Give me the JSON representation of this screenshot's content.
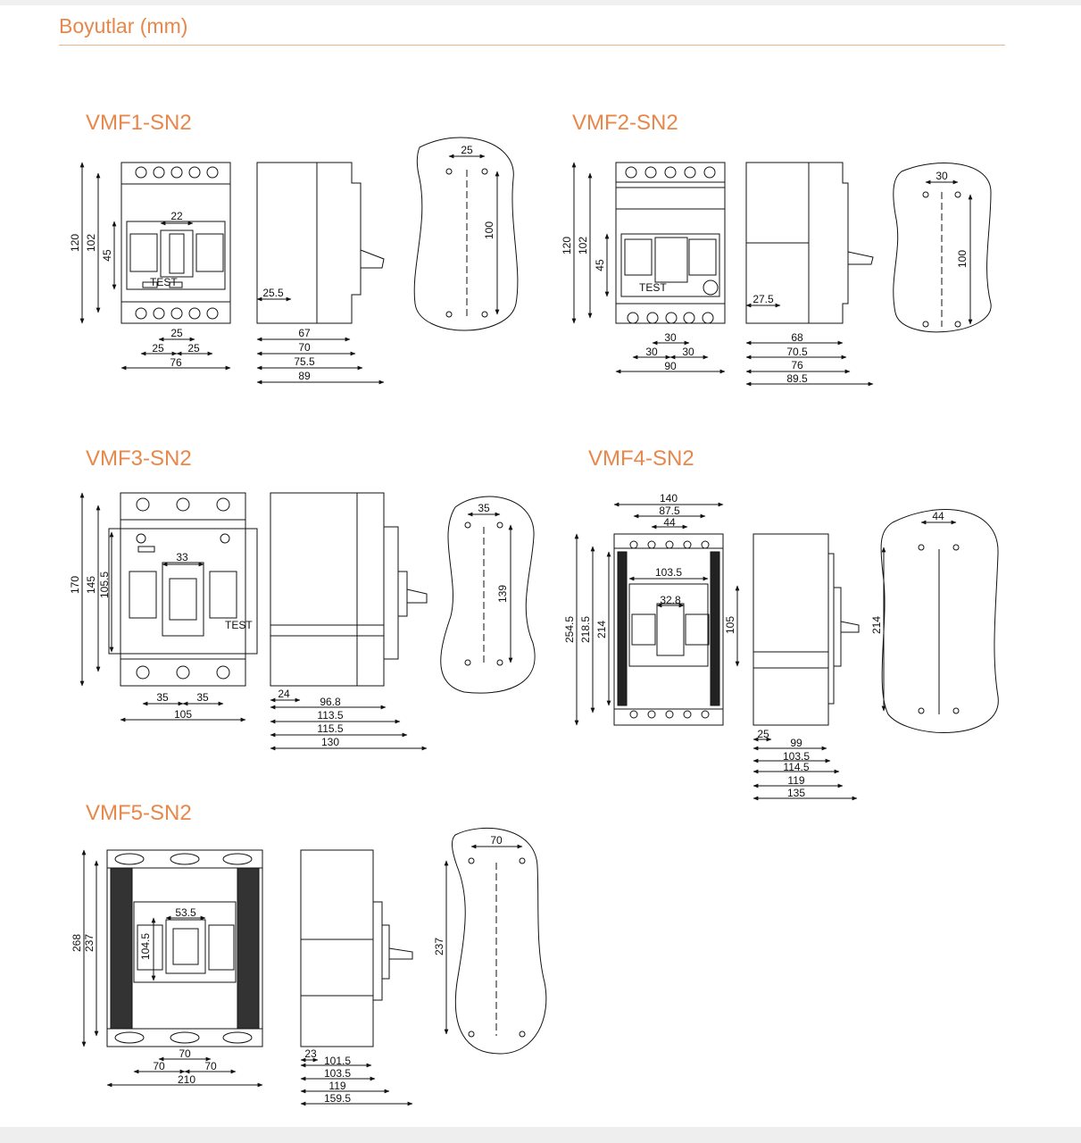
{
  "page": {
    "heading": "Boyutlar (mm)",
    "accent_color": "#e8874a"
  },
  "models": [
    {
      "name": "VMF1-SN2",
      "front": {
        "height_overall": "120",
        "height_body": "102",
        "handle_window": "45",
        "handle_width": "22",
        "pole_pitch": "25",
        "pole_pitch_left": "25",
        "pole_pitch_right": "25",
        "width": "76",
        "test_label": "TEST"
      },
      "side": {
        "d1": "25.5",
        "d2": "67",
        "d3": "70",
        "d4": "75.5",
        "d5": "89"
      },
      "cutout": {
        "hole_spacing": "25",
        "hole_height": "100"
      }
    },
    {
      "name": "VMF2-SN2",
      "front": {
        "height_overall": "120",
        "height_body": "102",
        "handle_window": "45",
        "pole_pitch": "30",
        "pole_pitch_left": "30",
        "pole_pitch_right": "30",
        "width": "90",
        "test_label": "TEST"
      },
      "side": {
        "d1": "27.5",
        "d2": "68",
        "d3": "70.5",
        "d4": "76",
        "d5": "89.5"
      },
      "cutout": {
        "hole_spacing": "30",
        "hole_height": "100"
      }
    },
    {
      "name": "VMF3-SN2",
      "front": {
        "height_overall": "170",
        "height_body": "145",
        "handle_window": "105.5",
        "handle_width": "33",
        "pole_pitch_left": "35",
        "pole_pitch_right": "35",
        "width": "105",
        "test_label": "TEST"
      },
      "side": {
        "d1": "24",
        "d2": "96.8",
        "d3": "113.5",
        "d4": "115.5",
        "d5": "130"
      },
      "cutout": {
        "hole_spacing": "35",
        "hole_height": "139"
      }
    },
    {
      "name": "VMF4-SN2",
      "front": {
        "width_top": "140",
        "pitch_outer": "87.5",
        "pitch_inner": "44",
        "height_overall": "254.5",
        "height_body": "218.5",
        "height_inner": "214",
        "plate_width": "103.5",
        "handle_width": "32.8",
        "handle_height": "105"
      },
      "side": {
        "d1": "25",
        "d2": "99",
        "d3": "103.5",
        "d4": "114.5",
        "d5": "119",
        "d6": "135"
      },
      "cutout": {
        "hole_spacing": "44",
        "hole_height": "214"
      }
    },
    {
      "name": "VMF5-SN2",
      "front": {
        "height_overall": "268",
        "height_body": "237",
        "handle_window": "104.5",
        "handle_width": "53.5",
        "pitch_center": "70",
        "pitch_left": "70",
        "pitch_right": "70",
        "width": "210"
      },
      "side": {
        "d1": "23",
        "d2": "101.5",
        "d3": "103.5",
        "d4": "119",
        "d5": "159.5"
      },
      "cutout": {
        "hole_spacing": "70",
        "hole_height": "237"
      }
    }
  ]
}
